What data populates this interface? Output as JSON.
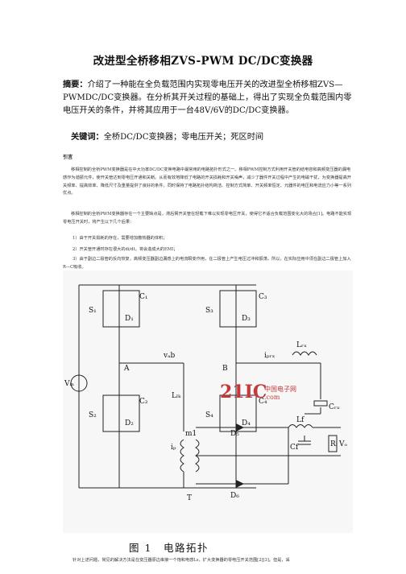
{
  "paper": {
    "title": "改进型全桥移相ZVS-PWM DC/DC变换器",
    "abstract_label": "摘要：",
    "abstract_text": "介绍了一种能在全负载范围内实现零电压开关的改进型全桥移相ZVS—PWMDC/DC变换器。在分析其开关过程的基础上，得出了实现全负载范围内零电压开关的条件，并将其应用于一台48V/6V的DC/DC变换器。",
    "keywords_label": "关键词：",
    "keywords_text": "全桥DC/DC变换器；零电压开关；死区时间",
    "intro_heading": "引言",
    "intro_p1": "移相控制的全桥PWM变换器是在中大功率DC/DC变换电路中最常用的电路拓扑形式之一。移相PWM控制方式利用开关管的结电容和高频变压器的漏电感作为谐振元件，使开关管达到零电压开通和关断。从而有效地降低了电路的开关损耗和开关噪声，减少了器件开关过程中产生的电磁干扰，为变换器提高开关频率、提高效率、降低尺寸及重量提供了良好的条件。同时保持了电路拓扑结构简洁、控制方式简单、开关频率恒定、元器件的电压和电流应力小等一系列优点。",
    "intro_p2": "移相控制的全桥PWM变换器存在一个主要缺点是，滞后臂开关管在轻载下难以实现零电压开关，使得它不适合负载范围变化大的场合[1]。电路不能实现零电压开关时，将产生以下几个后果：",
    "list_1": "1）由于开关损耗的存在，需要增加散热器的体积；",
    "list_2": "2）开关管开通时存在很大的di/dt，将会造成大的EMI；",
    "list_3": "3）由于副边二极管的反向恢复，高频变压器副边漏感上的电流瞬变作用，在二极管上产生电压过冲和振荡，所以，在实际应用中须在副边二极管上加入R—C吸收。",
    "figure_caption_num": "图 1",
    "figure_caption_text": "电路拓扑",
    "bottom_text": "针对上述问题，常见的解决方法是在变压器原边串接一个饱和电感Ls，扩大变换器的零电压开关范围[2][3]。但是，采",
    "watermark_main": "21IC",
    "watermark_sub": "中国电子网",
    "watermark_url": ".com"
  },
  "circuit_labels": {
    "s1": "S₁",
    "s2": "S₂",
    "s3": "S₃",
    "s4": "S₄",
    "d1": "D₁",
    "d2": "D₂",
    "d3": "D₃",
    "d4": "D₄",
    "c1": "C₁",
    "c2": "C₂",
    "c3": "C₃",
    "c4": "C₄",
    "vin": "Vᵢₙ",
    "va": "A",
    "vb": "B",
    "vab": "vₐb",
    "lk": "Lₗₖ",
    "iprx": "iₚᵣₓ",
    "lrx": "Lᵣₓ",
    "crx": "Cᵣₓ",
    "lf": "Lf",
    "cf": "Cf",
    "rl": "Rₗ",
    "vo": "Vₒ",
    "d5": "D₅",
    "d6": "D₆",
    "ip": "iₚ",
    "t": "T",
    "m1": "m1"
  }
}
